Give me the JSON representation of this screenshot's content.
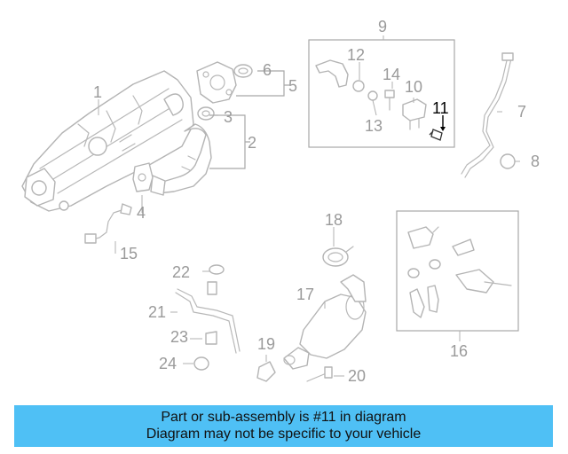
{
  "diagram": {
    "highlighted_part": "11",
    "labels": [
      "1",
      "2",
      "3",
      "4",
      "5",
      "6",
      "7",
      "8",
      "9",
      "10",
      "11",
      "12",
      "13",
      "14",
      "15",
      "16",
      "17",
      "18",
      "19",
      "20",
      "21",
      "22",
      "23",
      "24"
    ]
  },
  "banner": {
    "line1": "Part or sub-assembly is #11 in diagram",
    "line2": "Diagram may not be specific to your vehicle",
    "background_color": "#4fc0f5"
  }
}
